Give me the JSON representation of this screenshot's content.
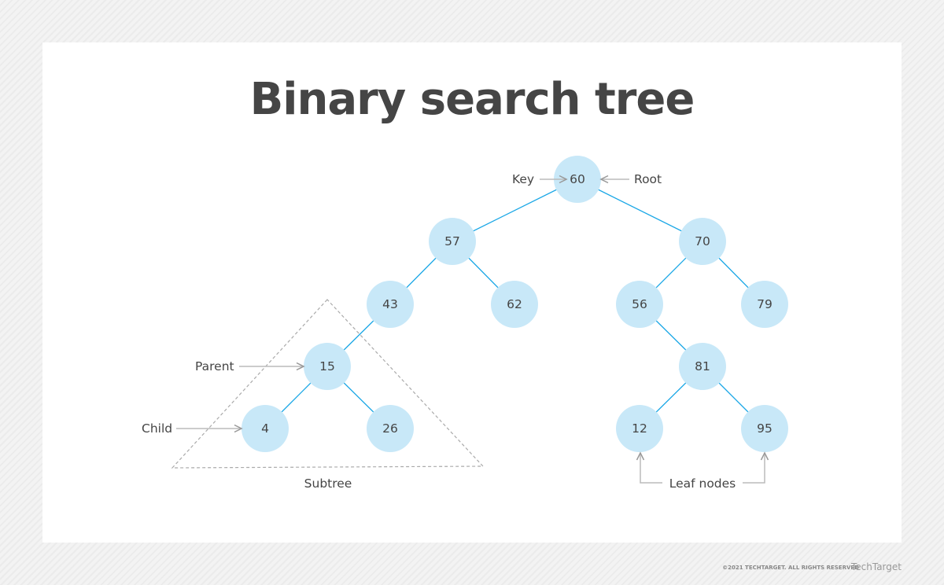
{
  "title": "Binary search tree",
  "colors": {
    "node": "#c8e8f8",
    "edge": "#1aa7e6",
    "annotation": "#b8b8b8",
    "text": "#454545"
  },
  "nodes": [
    {
      "id": "n60",
      "value": "60"
    },
    {
      "id": "n57",
      "value": "57"
    },
    {
      "id": "n70",
      "value": "70"
    },
    {
      "id": "n43",
      "value": "43"
    },
    {
      "id": "n62",
      "value": "62"
    },
    {
      "id": "n56",
      "value": "56"
    },
    {
      "id": "n79",
      "value": "79"
    },
    {
      "id": "n15",
      "value": "15"
    },
    {
      "id": "n81",
      "value": "81"
    },
    {
      "id": "n4",
      "value": "4"
    },
    {
      "id": "n26",
      "value": "26"
    },
    {
      "id": "n12",
      "value": "12"
    },
    {
      "id": "n95",
      "value": "95"
    }
  ],
  "edges": [
    [
      "n60",
      "n57"
    ],
    [
      "n60",
      "n70"
    ],
    [
      "n57",
      "n43"
    ],
    [
      "n57",
      "n62"
    ],
    [
      "n70",
      "n56"
    ],
    [
      "n70",
      "n79"
    ],
    [
      "n43",
      "n15"
    ],
    [
      "n15",
      "n4"
    ],
    [
      "n15",
      "n26"
    ],
    [
      "n56",
      "n81"
    ],
    [
      "n81",
      "n12"
    ],
    [
      "n81",
      "n95"
    ]
  ],
  "annotations": {
    "key": "Key",
    "root": "Root",
    "parent": "Parent",
    "child": "Child",
    "subtree": "Subtree",
    "leaf_nodes": "Leaf nodes"
  },
  "footer": {
    "copyright": "©2021 TECHTARGET. ALL RIGHTS RESERVED",
    "logo": "TechTarget"
  }
}
